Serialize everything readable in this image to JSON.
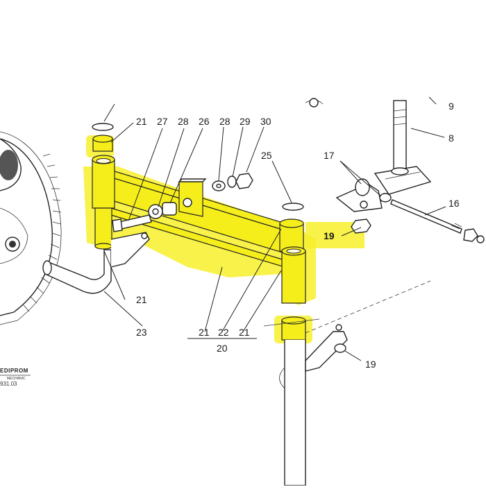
{
  "highlight_color": "#f5ee1a",
  "labels": {
    "p9": "9",
    "p8": "8",
    "p17": "17",
    "p16": "16",
    "p21a": "21",
    "p27": "27",
    "p28a": "28",
    "p26": "26",
    "p28b": "28",
    "p29": "29",
    "p30": "30",
    "p25": "25",
    "p19a": "19",
    "p21b": "21",
    "p23": "23",
    "p21c": "21",
    "p22": "22",
    "p21d": "21",
    "p20": "20",
    "p19b": "19"
  },
  "logo": {
    "brand": "EDIPROM",
    "sub": "MECHANIC",
    "code": "931.03"
  },
  "icons": [
    "steering-wheel-icon",
    "axle-diagram"
  ]
}
